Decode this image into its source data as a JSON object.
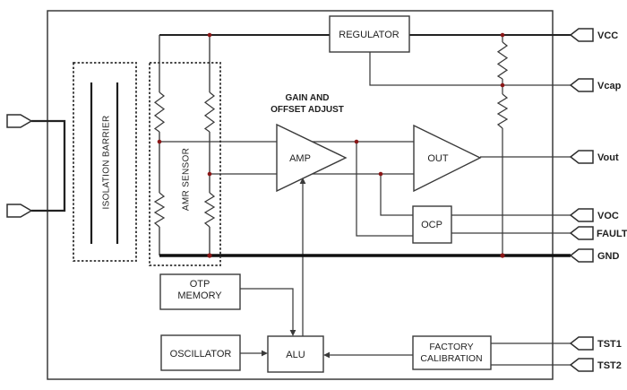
{
  "colors": {
    "background": "#ffffff",
    "line": "#3a3a3a",
    "junction_dot": "#8a1616",
    "text": "#1f1f1f"
  },
  "blocks": {
    "regulator": {
      "label": "REGULATOR"
    },
    "isolation_barrier": {
      "label": "ISOLATION BARRIER"
    },
    "amr_sensor": {
      "label": "AMR SENSOR"
    },
    "amp": {
      "label": "AMP",
      "caption_line1": "GAIN AND",
      "caption_line2": "OFFSET ADJUST"
    },
    "out_buffer": {
      "label": "OUT"
    },
    "ocp": {
      "label": "OCP"
    },
    "otp_memory": {
      "line1": "OTP",
      "line2": "MEMORY"
    },
    "oscillator": {
      "label": "OSCILLATOR"
    },
    "alu": {
      "label": "ALU"
    },
    "factory_calibration": {
      "line1": "FACTORY",
      "line2": "CALIBRATION"
    }
  },
  "pins": {
    "right": [
      "VCC",
      "Vcap",
      "Vout",
      "VOC",
      "FAULT",
      "GND",
      "TST1",
      "TST2"
    ]
  }
}
